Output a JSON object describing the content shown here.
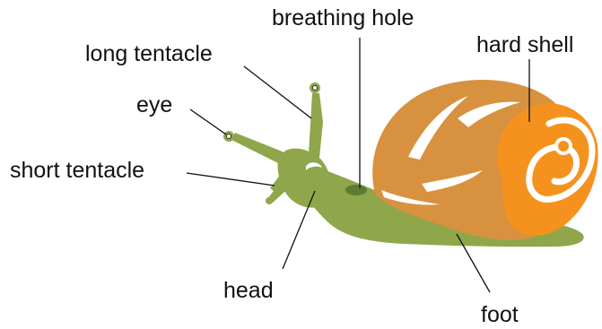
{
  "diagram": {
    "labels": {
      "breathing_hole": "breathing hole",
      "long_tentacle": "long tentacle",
      "hard_shell": "hard shell",
      "eye": "eye",
      "short_tentacle": "short tentacle",
      "head": "head",
      "foot": "foot"
    },
    "colors": {
      "body": "#8FA74A",
      "body_shadow": "#6E8A3A",
      "shell_outer": "#D8913F",
      "shell_front": "#F5921E",
      "shell_stripe": "#FFFFFF",
      "breathing_hole": "#5E7A34",
      "leader_line": "#111111"
    }
  }
}
